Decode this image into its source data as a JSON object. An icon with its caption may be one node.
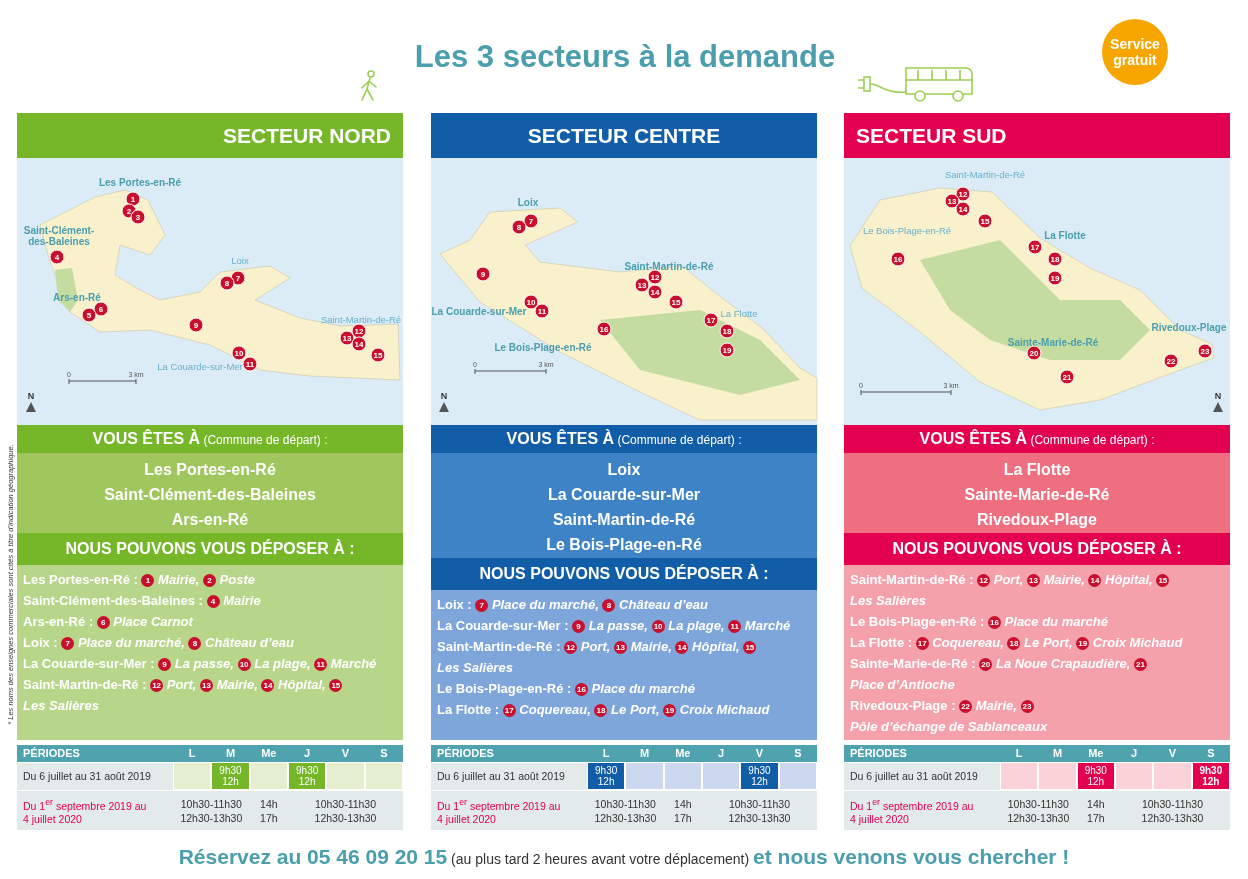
{
  "diagram": {
    "title": "Les 3 secteurs à la demande",
    "caption": "**Réservez au 05 46 09 20 15** (au plus tard 2 heures avant votre déplacement) **et nous venons vous chercher !**",
    "nodes": [
      {
        "text": [
          "Service gratuit"
        ]
      },
      {
        "text": [
          "SECTEUR NORD"
        ]
      },
      {
        "text": [
          "**VOUS ÊTES À** (Commune de départ) :"
        ]
      },
      {
        "text": [
          "Les Portes-en-Ré",
          "Saint-Clément-des-Baleines",
          "Ars-en-Ré"
        ]
      },
      {
        "text": [
          "NOUS POUVONS VOUS DÉPOSER À :"
        ]
      },
      {
        "text": [
          "Les Portes-en-Ré : **1** *Mairie,* **2** *Poste*",
          "Saint-Clément-des-Baleines : **4** *Mairie*",
          "Ars-en-Ré : **6** *Place Carnot*",
          "Loix : **7** *Place du marché,* **8** *Château d’eau*",
          "La Couarde-sur-Mer : **9** *La passe,* **10** *La plage,* **11** *Marché*",
          "Saint-Martin-de-Ré : **12** *Port,* **13** *Mairie,* **14** *Hôpital,* **15** *Les Salières*"
        ]
      },
      {
        "text": [
          "SECTEUR CENTRE"
        ]
      },
      {
        "text": [
          "**VOUS ÊTES À** (Commune de départ) :"
        ]
      },
      {
        "text": [
          "Loix",
          "La Couarde-sur-Mer",
          "Saint-Martin-de-Ré",
          "Le Bois-Plage-en-Ré"
        ]
      },
      {
        "text": [
          "NOUS POUVONS VOUS DÉPOSER À :"
        ]
      },
      {
        "text": [
          "Loix : **7** *Place du marché,* **8** *Château d’eau*",
          "La Couarde-sur-Mer : **9** *La passe,* **10** *La plage,* **11** *Marché*",
          "Saint-Martin-de-Ré : **12** *Port,* **13** *Mairie,* **14** *Hôpital,* **15** *Les Salières*",
          "Le Bois-Plage-en-Ré : **16** *Place du marché*",
          "La Flotte : **17** *Coquereau,* **18** *Le Port,* **19** *Croix Michaud*"
        ]
      },
      {
        "text": [
          "SECTEUR SUD"
        ]
      },
      {
        "text": [
          "**VOUS ÊTES À** (Commune de départ) :"
        ]
      },
      {
        "text": [
          "La Flotte",
          "Sainte-Marie-de-Ré",
          "Rivedoux-Plage"
        ]
      },
      {
        "text": [
          "NOUS POUVONS VOUS DÉPOSER À :"
        ]
      },
      {
        "text": [
          "Saint-Martin-de-Ré : **12** *Port,* **13** *Mairie,* **14** *Hôpital,* **15** *Les Salières*",
          "Le Bois-Plage-en-Ré : **16** *Place du marché*",
          "La Flotte : **17** *Coquereau,* **18** *Le Port,* **19** *Croix Michaud*",
          "Sainte-Marie-de-Ré : **20** *La Noue Crapaudière,* **21** *Place d’Antioche*",
          "Rivedoux-Plage : **22** *Mairie,* **23** *Pôle d’échange de Sablanceaux*"
        ]
      }
    ],
    "labels": [
      "Les Portes-en-Ré",
      "1",
      "2",
      "3",
      "Saint-Clément-des-Baleines",
      "4",
      "Loix",
      "7",
      "8",
      "Ars-en-Ré",
      "6",
      "5",
      "Saint-Martin-de-Ré",
      "9",
      "12",
      "13",
      "14",
      "10",
      "15",
      "11",
      "La Couarde-sur-Mer",
      "0",
      "3 km",
      "N",
      "Loix",
      "7",
      "8",
      "Saint-Martin-de-Ré",
      "9",
      "12",
      "13",
      "14",
      "10",
      "15",
      "11",
      "La Couarde-sur-Mer",
      "La Flotte",
      "17",
      "16",
      "18",
      "Le Bois-Plage-en-Ré",
      "19",
      "0",
      "3 km",
      "N",
      "Saint-Martin-de-Ré",
      "12",
      "13",
      "14",
      "15",
      "Le Bois-Plage-en-Ré",
      "La Flotte",
      "17",
      "16",
      "18",
      "19",
      "Rivedoux-Plage",
      "Sainte-Marie-de-Ré",
      "20",
      "23",
      "22",
      "21",
      "0",
      "3 km",
      "N",
      "PÉRIODES",
      "L",
      "M",
      "Me",
      "J",
      "V",
      "S",
      "Du 6 juillet au 31 août 2019",
      "9h30 12h",
      "9h30 12h",
      "Du 1$^{er}$ septembre 2019 au 4 juillet 2020",
      "10h30-11h30 12h30-13h30",
      "14h 17h",
      "10h30-11h30 12h30-13h30",
      "PÉRIODES",
      "L",
      "M",
      "Me",
      "J",
      "V",
      "S",
      "Du 6 juillet au 31 août 2019",
      "9h30 12h",
      "9h30 12h",
      "Du 1$^{er}$ septembre 2019 au 4 juillet 2020",
      "10h30-11h30 12h30-13h30",
      "14h 17h",
      "10h30-11h30 12h30-13h30",
      "PÉRIODES",
      "L",
      "M",
      "Me",
      "J",
      "V",
      "S",
      "Du 6 juillet au 31 août 2019",
      "9h30 12h",
      "9h30 12h",
      "Du 1$^{er}$ septembre 2019 au 4 juillet 2020",
      "10h30-11h30 12h30-13h30",
      "14h 17h",
      "10h30-11h30 12h30-13h30",
      "* Les noms des enseignes commerciales sont cités à titre d’indication géographique."
    ]
  }
}
